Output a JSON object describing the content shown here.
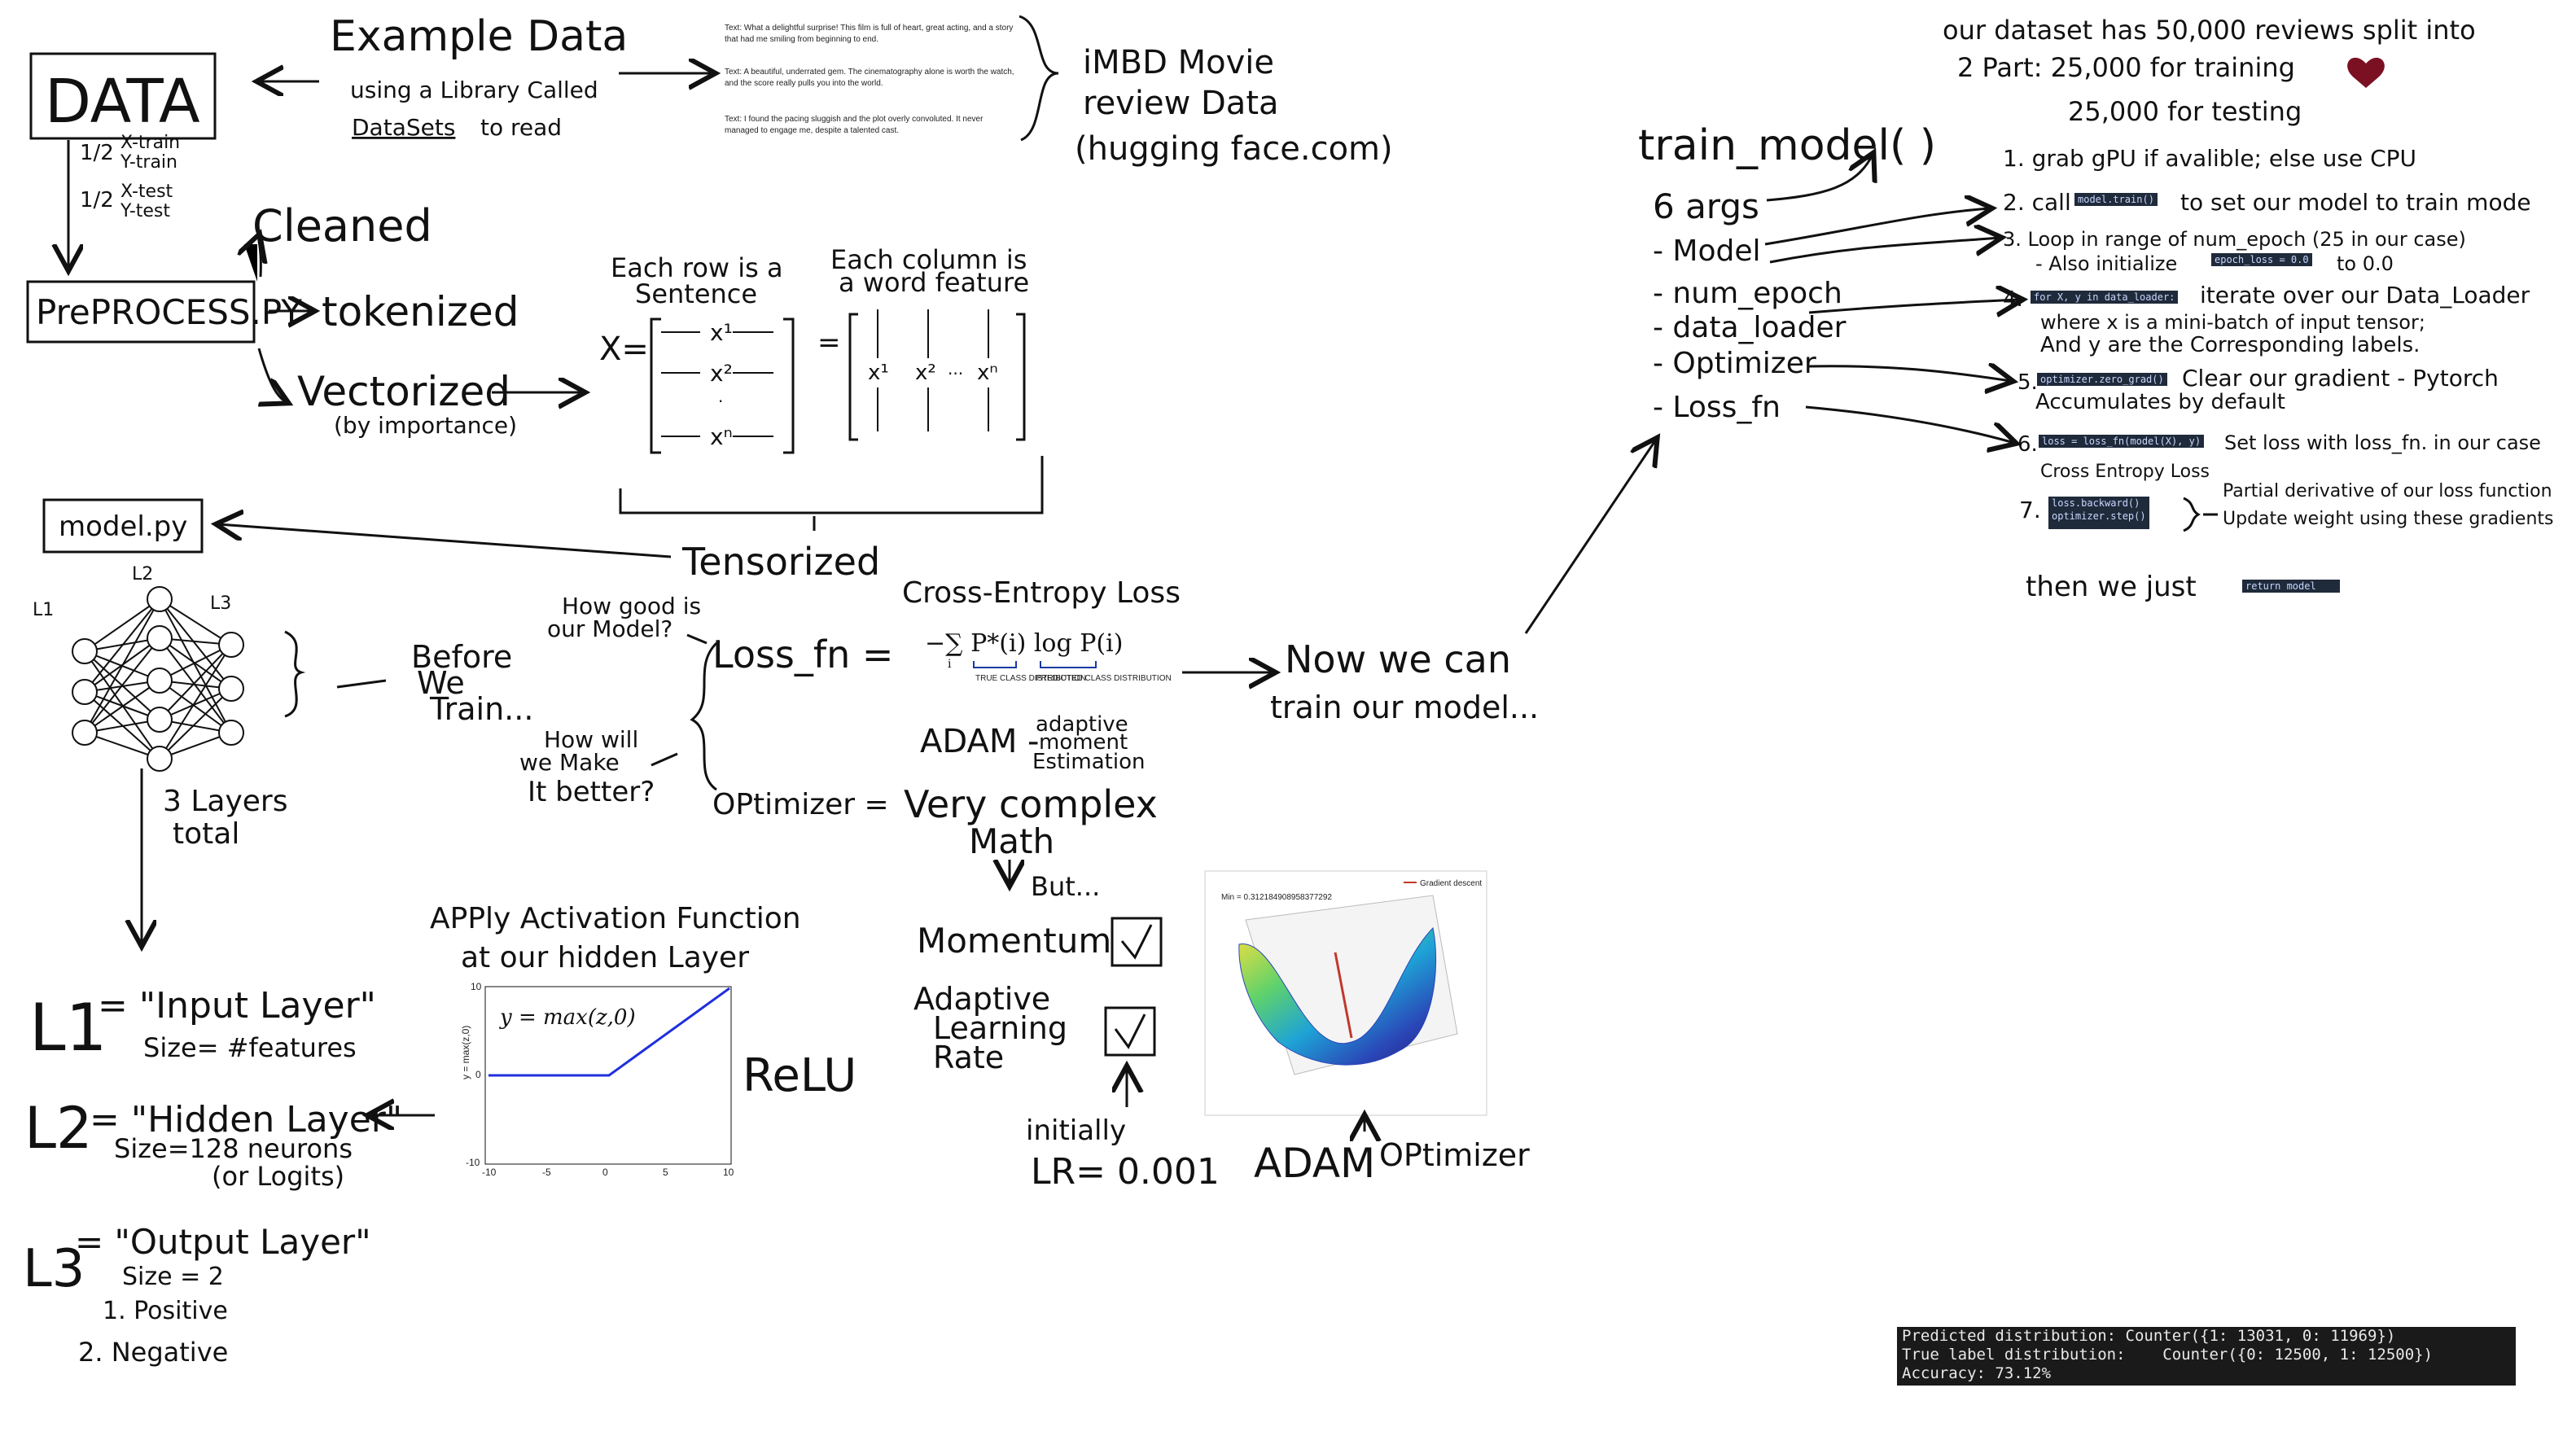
{
  "data_box": {
    "label": "DATA"
  },
  "data_split": {
    "a_frac": "1/2",
    "a_lines": [
      "X-train",
      "Y-train"
    ],
    "b_frac": "1/2",
    "b_lines": [
      "X-test",
      "Y-test"
    ]
  },
  "example": {
    "title": "Example Data",
    "line1": "using a Library Called",
    "line2a": "DataSets",
    "line2b": "to read"
  },
  "reviews": [
    "Text: What a delightful surprise! This film is full of heart, great acting, and a story that had me smiling from beginning to end.",
    "Text: A beautiful, underrated gem. The cinematography alone is worth the watch, and the score really pulls you into the world.",
    "Text: I found the pacing sluggish and the plot overly convoluted. It never managed to engage me, despite a talented cast."
  ],
  "imdb": {
    "line1": "iMBD Movie",
    "line2": "review Data",
    "line3": "(hugging face.com)"
  },
  "preprocess": {
    "label": "PrePROCESS.PY",
    "cleaned": "Cleaned",
    "tokenized": "tokenized",
    "vectorized": "Vectorized",
    "by_importance": "(by importance)"
  },
  "matrix": {
    "row_note1": "Each row is a",
    "row_note2": "Sentence",
    "col_note1": "Each column is",
    "col_note2": "a word feature",
    "x_label": "X="
  },
  "tensorized": "Tensorized",
  "model_box": {
    "label": "model.py"
  },
  "nn": {
    "l1": "L1",
    "l2": "L2",
    "l3": "L3",
    "layers1": "3 Layers",
    "layers2": "total",
    "before1": "Before",
    "before2": "We",
    "before3": "Train..."
  },
  "questions": {
    "q1a": "How good is",
    "q1b": "our Model?",
    "q2a": "How will",
    "q2b": "we Make",
    "q2c": "It better?"
  },
  "loss": {
    "label": "Loss_fn =",
    "title": "Cross-Entropy Loss",
    "true_dist": "TRUE CLASS DISTRIBUTION",
    "pred_dist": "PREDICTED CLASS DISTRIBUTION"
  },
  "optimizer": {
    "label": "OPtimizer =",
    "value": "Very complex",
    "math": "Math",
    "but": "But...",
    "adam": "ADAM -",
    "adam_a": "adaptive",
    "adam_b": "moment",
    "adam_c": "Estimation"
  },
  "now": {
    "line1": "Now we can",
    "line2": "train our model..."
  },
  "checks": {
    "momentum": "Momentum",
    "adaptive1": "Adaptive",
    "adaptive2": "Learning",
    "adaptive3": "Rate",
    "initially": "initially",
    "lr": "LR= 0.001",
    "adam_opt": "ADAM",
    "opt_word": "OPtimizer"
  },
  "plot3d": {
    "title": "Min = 0.312184908958377292",
    "legend": "Gradient descent"
  },
  "activation": {
    "line1": "APPly Activation   Function",
    "line2": "at our hidden Layer",
    "relu": "ReLU",
    "formula": "y = max(z,0)"
  },
  "relu_chart": {
    "ytick_top": "10",
    "ytick_mid": "0",
    "ytick_bot": "-10",
    "xticks": [
      "-10",
      "-5",
      "0",
      "5",
      "10"
    ],
    "ylabel": "y = max(z,0)"
  },
  "layers": {
    "l1": "L1",
    "l1_name": "= \"Input Layer\"",
    "l1_size": "Size= #features",
    "l2": "L2",
    "l2_name": "= \"Hidden Layer\"",
    "l2_size": "Size=128 neurons",
    "l2_size2": "(or Logits)",
    "l3": "L3",
    "l3_name": "= \"Output Layer\"",
    "l3_size": "Size = 2",
    "l3_o1": "1.  Positive",
    "l3_o2": "2.  Negative"
  },
  "train": {
    "title": "train_model( )",
    "args": "6 args",
    "arg_list": [
      "- Model",
      "- num_epoch",
      "- data_loader",
      "- Optimizer",
      "- Loss_fn"
    ]
  },
  "dataset_note": {
    "line1": "our  dataset has 50,000 reviews split into",
    "line2": "2 Part:  25,000  for training",
    "line3": "25,000  for testing"
  },
  "steps": {
    "s1": "1. grab gPU if avalible; else use CPU",
    "s2a": "2. call",
    "s2code": "model.train()",
    "s2b": "to set our model to train mode",
    "s3a": "3. Loop in range of num_epoch (25 in our case)",
    "s3b": "- Also initialize",
    "s3code": "epoch_loss = 0.0",
    "s3c": "to 0.0",
    "s4a": "4.",
    "s4code": "for X, y in data_loader:",
    "s4b": "iterate over our Data_Loader",
    "s4c": "where  x is a  mini-batch of input tensor;",
    "s4d": "And  y  are the Corresponding labels.",
    "s5a": "5.",
    "s5code": "optimizer.zero_grad()",
    "s5b": "Clear our gradient - Pytorch",
    "s5c": "Accumulates by default",
    "s6a": "6.",
    "s6code": "loss = loss_fn(model(X), y)",
    "s6b": "Set loss with loss_fn. in our case",
    "s6c": "Cross Entropy Loss",
    "s7a": "7.",
    "s7code1": "loss.backward()",
    "s7code2": "optimizer.step()",
    "s7b": "Partial derivative of our loss function",
    "s7c": "Update weight using these  gradients",
    "then": "then we just",
    "return_code": "return model"
  },
  "terminal": {
    "line1": "Predicted distribution: Counter({1: 13031, 0: 11969})",
    "line2": "True label distribution:    Counter({0: 12500, 1: 12500})",
    "line3": "Accuracy: 73.12%"
  }
}
